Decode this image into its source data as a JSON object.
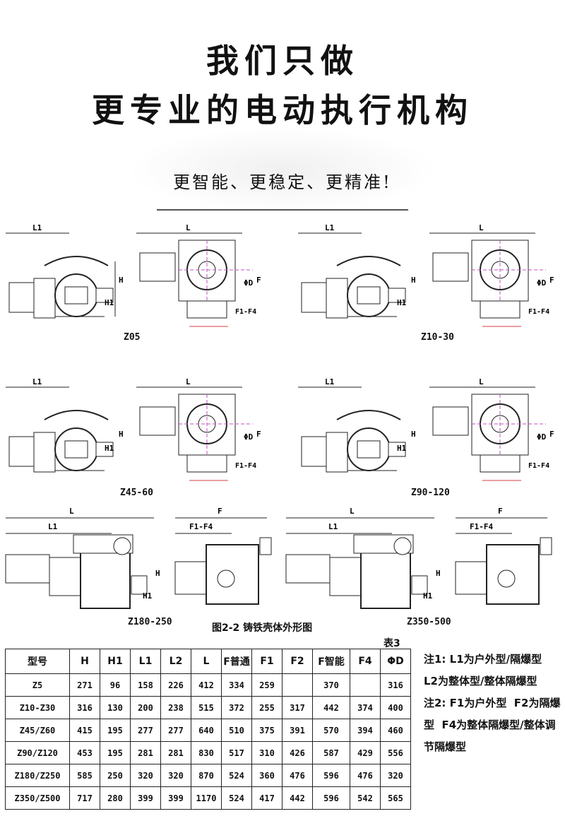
{
  "header": {
    "line1": "我们只做",
    "line2": "更专业的电动执行机构",
    "slogan": "更智能、更稳定、更精准!"
  },
  "figures": {
    "models": [
      "Z05",
      "Z10-30",
      "Z45-60",
      "Z90-120",
      "Z180-250",
      "Z350-500"
    ],
    "dim_labels": {
      "L1": "L1",
      "L": "L",
      "H": "H",
      "H1": "H1",
      "D": "ΦD",
      "F": "F",
      "F1F4": "F1-F4"
    },
    "caption": "图2-2 铸铁壳体外形图"
  },
  "table": {
    "title": "表3",
    "headers": [
      "型号",
      "H",
      "H1",
      "L1",
      "L2",
      "L",
      "F普通",
      "F1",
      "F2",
      "F智能",
      "F4",
      "ΦD"
    ],
    "rows": [
      [
        "Z5",
        "271",
        "96",
        "158",
        "226",
        "412",
        "334",
        "259",
        "",
        "370",
        "",
        "316"
      ],
      [
        "Z10-Z30",
        "316",
        "130",
        "200",
        "238",
        "515",
        "372",
        "255",
        "317",
        "442",
        "374",
        "400"
      ],
      [
        "Z45/Z60",
        "415",
        "195",
        "277",
        "277",
        "640",
        "510",
        "375",
        "391",
        "570",
        "394",
        "460"
      ],
      [
        "Z90/Z120",
        "453",
        "195",
        "281",
        "281",
        "830",
        "517",
        "310",
        "426",
        "587",
        "429",
        "556"
      ],
      [
        "Z180/Z250",
        "585",
        "250",
        "320",
        "320",
        "870",
        "524",
        "360",
        "476",
        "596",
        "476",
        "320"
      ],
      [
        "Z350/Z500",
        "717",
        "280",
        "399",
        "399",
        "1170",
        "524",
        "417",
        "442",
        "596",
        "542",
        "565"
      ]
    ]
  },
  "notes": {
    "note1": "注1: L1为户外型/隔爆型  L2为整体型/整体隔爆型",
    "note2": "注2: F1为户外型  F2为隔爆型  F4为整体隔爆型/整体调节隔爆型"
  }
}
